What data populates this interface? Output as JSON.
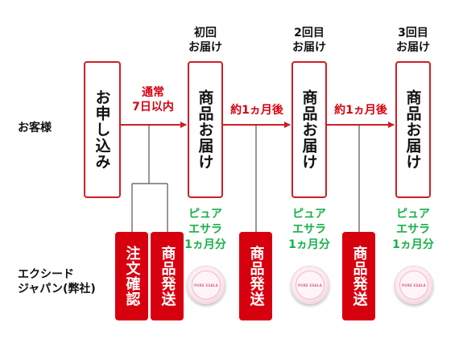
{
  "row_labels": {
    "customer": "お客様",
    "company_line1": "エクシード",
    "company_line2": "ジャパン(弊社)"
  },
  "customer_boxes": {
    "apply": "お申し込み",
    "deliveries": [
      "商品お届け",
      "商品お届け",
      "商品お届け"
    ]
  },
  "delivery_headers": [
    {
      "line1": "初回",
      "line2": "お届け"
    },
    {
      "line1": "2回目",
      "line2": "お届け"
    },
    {
      "line1": "3回目",
      "line2": "お届け"
    }
  ],
  "timings": {
    "first_line1": "通常",
    "first_line2": "7日以内",
    "interval": "約1ヵ月後"
  },
  "company_boxes": {
    "order_confirm": "注文確認",
    "shipments": [
      "商品発送",
      "商品発送",
      "商品発送"
    ]
  },
  "product_labels": [
    {
      "line1": "ピュア",
      "line2": "エサラ",
      "line3": "1ヵ月分"
    },
    {
      "line1": "ピュア",
      "line2": "エサラ",
      "line3": "1ヵ月分"
    },
    {
      "line1": "ピュア",
      "line2": "エサラ",
      "line3": "1ヵ月分"
    }
  ],
  "product_brand": "PURE ESALA",
  "colors": {
    "red": "#d7000f",
    "outline_red": "#cc1f26",
    "green": "#18b14a"
  }
}
